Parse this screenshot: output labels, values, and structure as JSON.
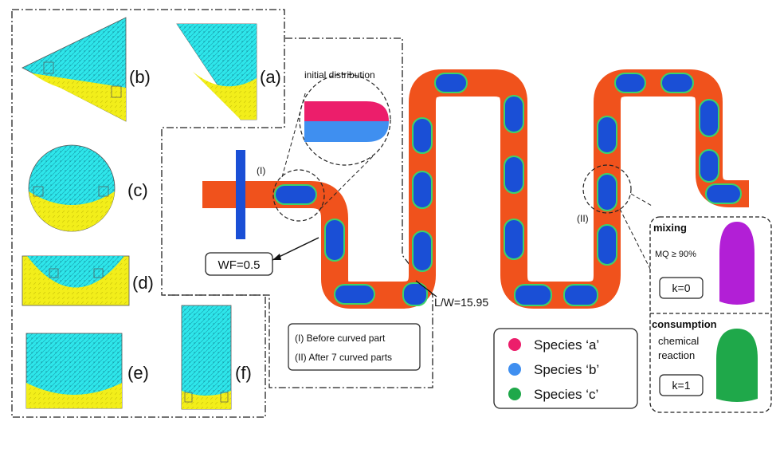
{
  "panels": {
    "a": "(a)",
    "b": "(b)",
    "c": "(c)",
    "d": "(d)",
    "e": "(e)",
    "f": "(f)"
  },
  "annotations": {
    "initial_distribution": "initial distribution",
    "marker_I": "(I)",
    "marker_II": "(II)",
    "wf": "WF=0.5",
    "lw": "L/W=15.95",
    "note_I": "(I) Before curved part",
    "note_II": "(II) After 7 curved parts"
  },
  "legend": {
    "items": [
      {
        "label": "Species ‘a’",
        "color": "#ec1e6b"
      },
      {
        "label": "Species ‘b’",
        "color": "#3f8ff0"
      },
      {
        "label": "Species ‘c’",
        "color": "#1fa84a"
      }
    ]
  },
  "mixing_box": {
    "title": "mixing",
    "criterion": "MQ ≥ 90%",
    "k": "k=0",
    "shape_color": "#b21fd6"
  },
  "consumption_box": {
    "title": "consumption",
    "line1": "chemical",
    "line2": "reaction",
    "k": "k=1",
    "shape_color": "#1fa84a"
  },
  "colors": {
    "channel": "#f0521c",
    "droplet": "#1a4fd6",
    "droplet_edge": "#3bd36b",
    "cyan": "#2ee6ea",
    "yellow": "#f2ee1a"
  }
}
